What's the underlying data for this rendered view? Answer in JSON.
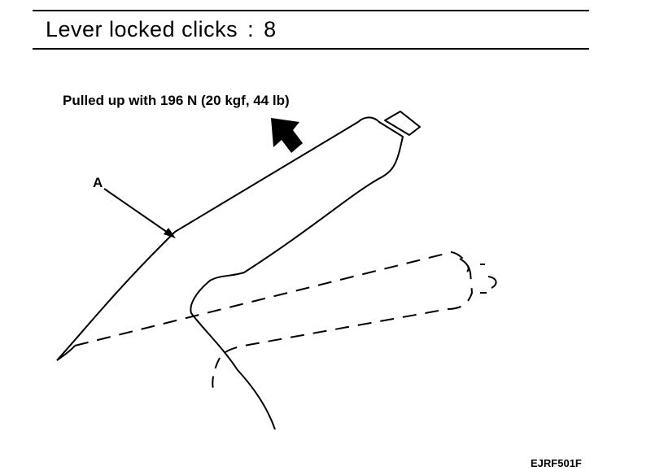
{
  "spec": {
    "label": "Lever locked clicks",
    "separator": ":",
    "value": "8"
  },
  "callouts": {
    "force": "Pulled up with 196 N (20 kgf, 44 lb)",
    "part_a": "A"
  },
  "figure_code": "EJRF501F"
}
